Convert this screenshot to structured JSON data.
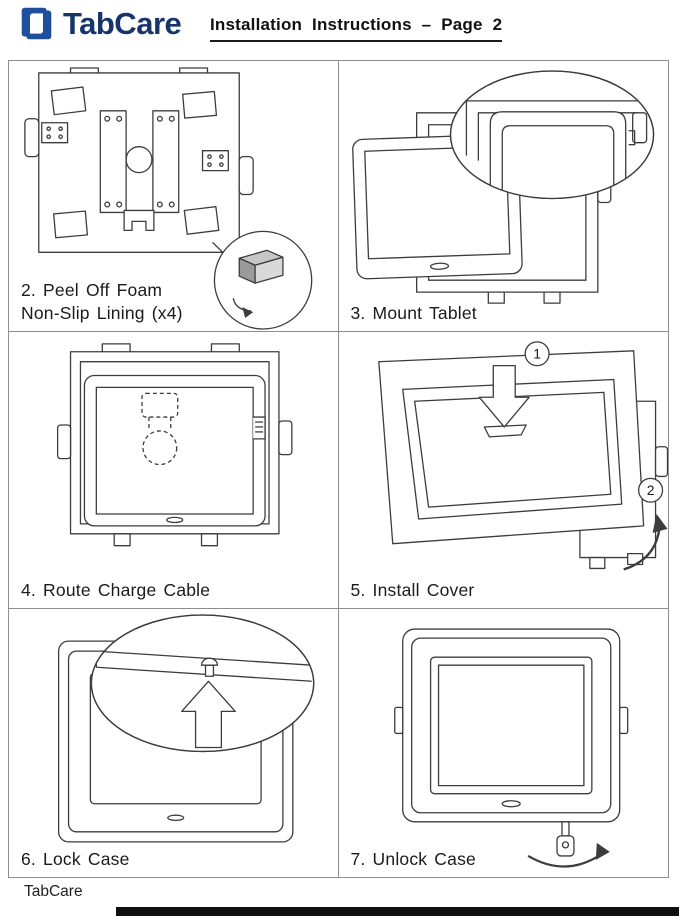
{
  "header": {
    "logo_text": "TabCare",
    "title": "Installation Instructions – Page 2"
  },
  "panels": [
    {
      "caption_lines": [
        "2. Peel Off Foam",
        "Non-Slip Lining (x4)"
      ]
    },
    {
      "caption_lines": [
        "3. Mount Tablet"
      ]
    },
    {
      "caption_lines": [
        "4. Route Charge Cable"
      ]
    },
    {
      "caption_lines": [
        "5. Install Cover"
      ],
      "steps": [
        "1",
        "2"
      ]
    },
    {
      "caption_lines": [
        "6. Lock Case"
      ]
    },
    {
      "caption_lines": [
        "7. Unlock Case"
      ]
    }
  ],
  "footer": {
    "brand": "TabCare"
  },
  "colors": {
    "logo_blue": "#1d4f9c",
    "logo_text_navy": "#18356b",
    "line_art": "#3c3c3c"
  }
}
